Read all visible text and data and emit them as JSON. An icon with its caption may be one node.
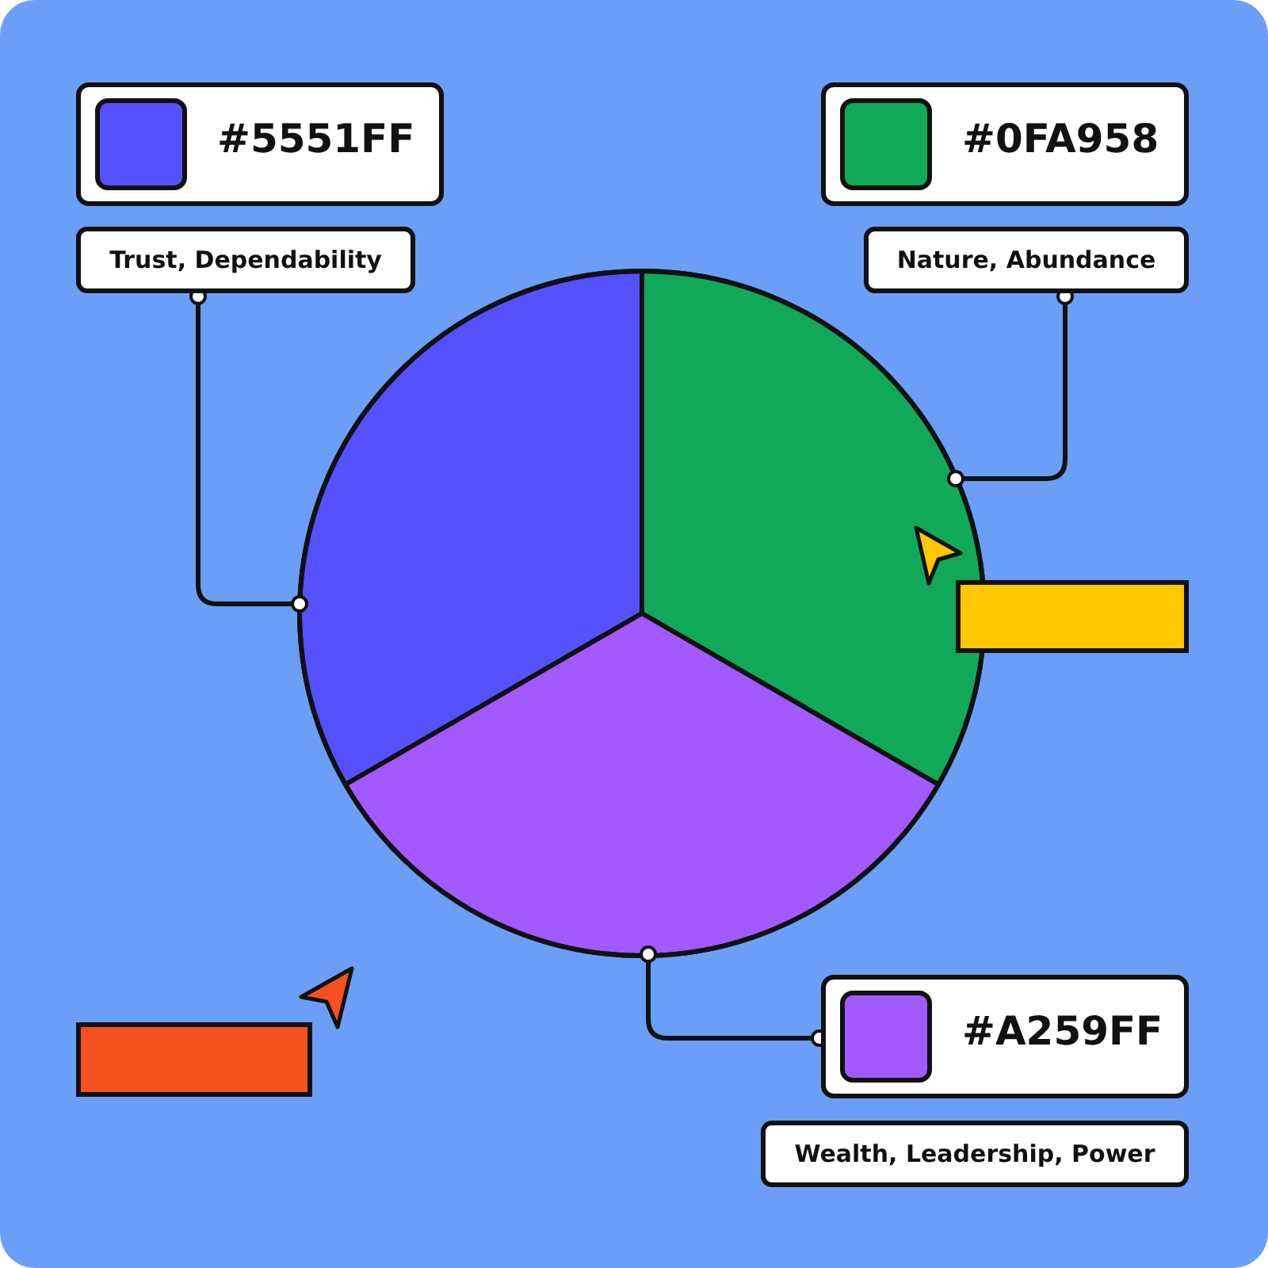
{
  "diagram": {
    "nodes": [
      {
        "text": [
          "#5551FF"
        ]
      },
      {
        "text": [
          "Trust, Dependability"
        ]
      },
      {
        "text": [
          "#0FA958"
        ]
      },
      {
        "text": [
          "Nature, Abundance"
        ]
      },
      {
        "text": [
          "#A259FF"
        ]
      },
      {
        "text": [
          "Wealth, Leadership, Power"
        ]
      },
      {
        "text": [],
        "shape": "slice"
      },
      {
        "text": [],
        "shape": "slice"
      },
      {
        "text": [],
        "shape": "slice"
      },
      {
        "text": [],
        "shape": "bar"
      },
      {
        "text": [],
        "shape": "bar"
      }
    ],
    "edges": [
      {
        "from": 1,
        "to": 6,
        "arrow": "other"
      },
      {
        "from": 3,
        "to": 7,
        "arrow": "other"
      },
      {
        "from": 8,
        "to": 4,
        "arrow": "other"
      }
    ]
  }
}
